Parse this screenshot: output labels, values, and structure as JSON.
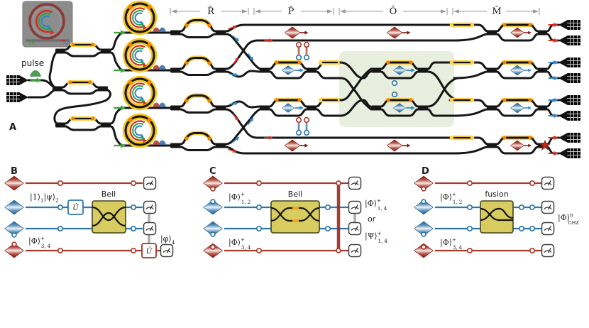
{
  "figure": {
    "panel_a": {
      "letter": "A",
      "pulse_label": "pulse",
      "section_labels": {
        "rotation": "R̂",
        "phase": "P̂",
        "operation": "Ô",
        "measure": "M̂"
      }
    },
    "panel_b": {
      "letter": "B",
      "input_state": {
        "ket1": "|1⟩",
        "sub1": "1",
        "ket2": "|ψ⟩",
        "sub2": "2"
      },
      "bell_label": "Bell",
      "unitary_label": "Û",
      "feedforward_unitary_label": "Û",
      "pair_state_34": {
        "base": "|Φ⟩",
        "sup": "+",
        "sub": "3, 4"
      },
      "output_state": {
        "base": "|φ⟩",
        "sub": "4"
      }
    },
    "panel_c": {
      "letter": "C",
      "pair_state_12": {
        "base": "|Φ⟩",
        "sup": "+",
        "sub": "1, 2"
      },
      "pair_state_34": {
        "base": "|Φ⟩",
        "sup": "+",
        "sub": "3, 4"
      },
      "bell_label": "Bell",
      "output_state_phi": {
        "base": "|Φ⟩",
        "sup": "+",
        "sub": "1, 4"
      },
      "or_label": "or",
      "output_state_psi": {
        "base": "|Ψ⟩",
        "sup": "+",
        "sub": "1, 4"
      }
    },
    "panel_d": {
      "letter": "D",
      "pair_state_12": {
        "base": "|Φ⟩",
        "sup": "+",
        "sub": "1, 2"
      },
      "pair_state_34": {
        "base": "|Φ⟩",
        "sup": "+",
        "sub": "3, 4"
      },
      "fusion_label": "fusion",
      "output_state": {
        "base": "|Φ⟩",
        "sup": "n",
        "sub": "GHZ"
      }
    },
    "icons": {
      "ring-resonator-icon": "yellow ring with circulating red/green/blue arrows",
      "phase-shifter-icon": "yellow heater bar with black core",
      "fiber-coupler-icon": "black hatched block with taper",
      "measurement-meter-icon": "gauge in rounded square",
      "wavepacket-icon": "gradient diamond",
      "herald-star-icon": "red star"
    },
    "colors": {
      "waveguide": "#161616",
      "heater_glow": "#FFD44D",
      "heater_core": "#F0A500",
      "signal_red": "#D92B1C",
      "idler_blue": "#2F86C7",
      "pump_green": "#3DA23D",
      "panel_wire_red": "#A63C2E",
      "panel_wire_blue": "#2E77A9",
      "operation_zone": "#E8EFDF",
      "chip_box": "#D8CB60",
      "inset_background": "#8C8C8C"
    }
  }
}
